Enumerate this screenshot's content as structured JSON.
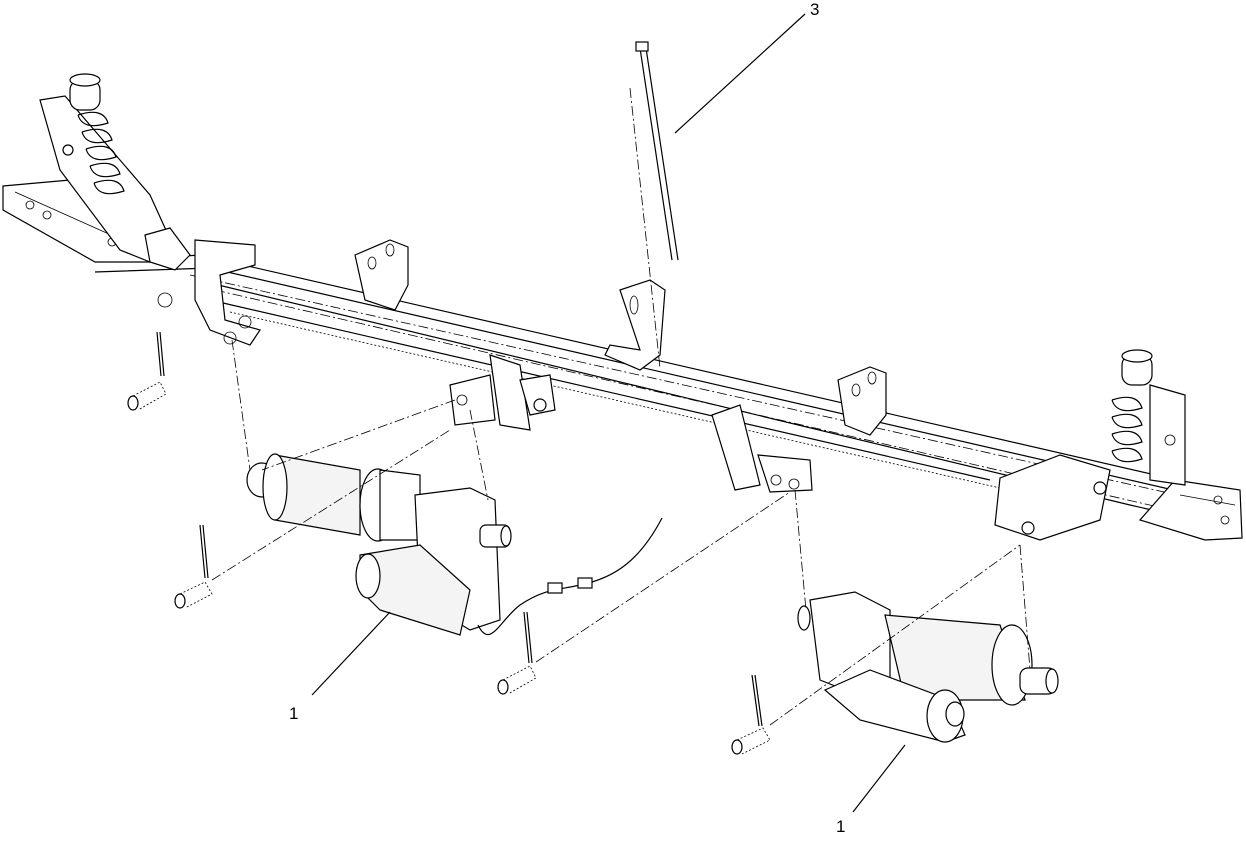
{
  "callouts": [
    {
      "label": "3"
    },
    {
      "label": "1"
    },
    {
      "label": "1"
    }
  ]
}
